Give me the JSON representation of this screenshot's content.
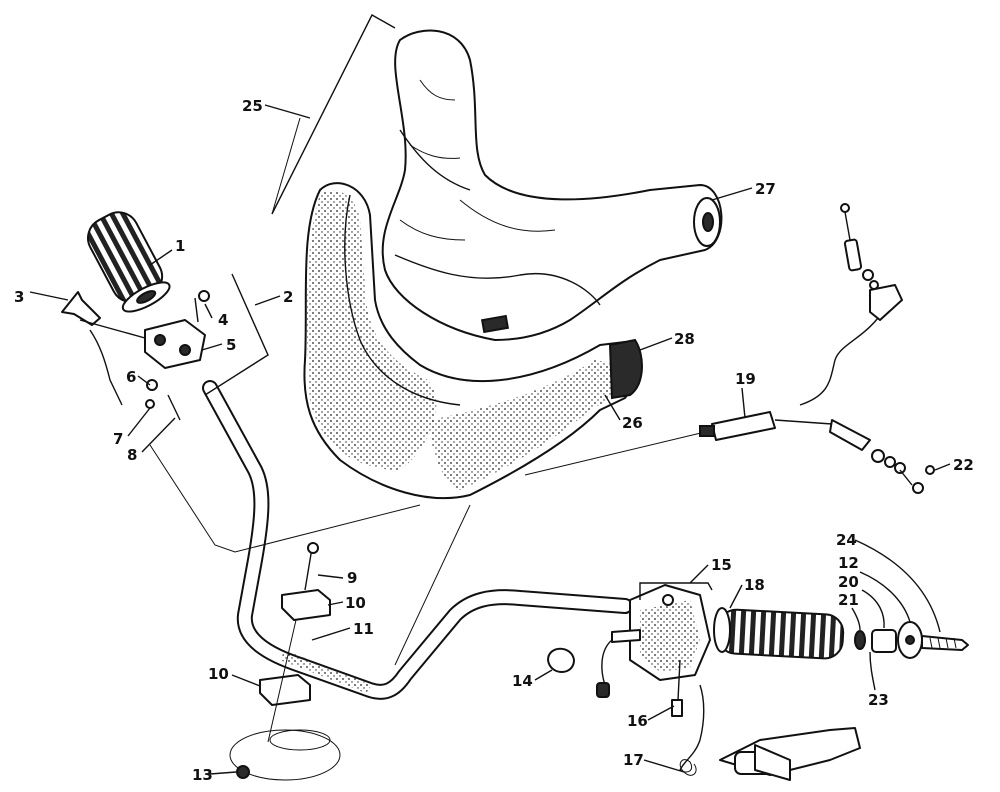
{
  "callouts": [
    "1",
    "2",
    "3",
    "4",
    "5",
    "6",
    "7",
    "8",
    "9",
    "10",
    "10",
    "11",
    "12",
    "13",
    "14",
    "15",
    "16",
    "17",
    "18",
    "19",
    "20",
    "21",
    "22",
    "23",
    "24",
    "25",
    "26",
    "27",
    "28"
  ],
  "colors": {
    "ink": "#111111",
    "paper": "#ffffff"
  }
}
